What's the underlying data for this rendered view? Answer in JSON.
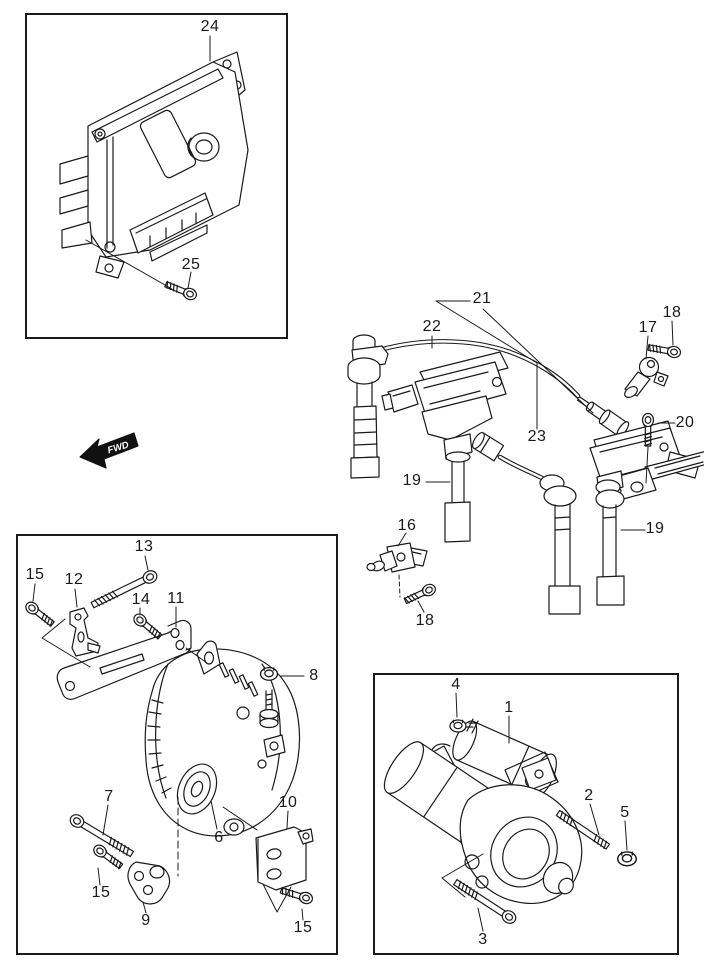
{
  "diagram": {
    "fwd_marker": "FWD",
    "callouts": {
      "c1": "1",
      "c2": "2",
      "c3": "3",
      "c4": "4",
      "c5": "5",
      "c6": "6",
      "c7": "7",
      "c8": "8",
      "c9": "9",
      "c10": "10",
      "c11": "11",
      "c12": "12",
      "c13": "13",
      "c14": "14",
      "c15a": "15",
      "c15b": "15",
      "c15c": "15",
      "c16": "16",
      "c17": "17",
      "c18a": "18",
      "c18b": "18",
      "c19a": "19",
      "c19b": "19",
      "c20": "20",
      "c21": "21",
      "c22": "22",
      "c23": "23",
      "c24": "24",
      "c25": "25"
    }
  }
}
